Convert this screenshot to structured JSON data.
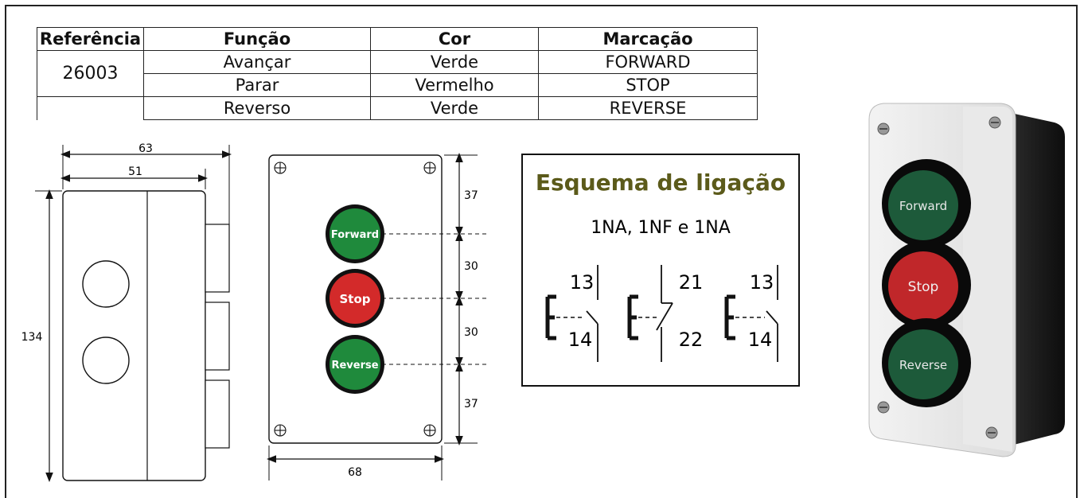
{
  "table": {
    "headers": [
      "Referência",
      "Função",
      "Cor",
      "Marcação"
    ],
    "reference": "26003",
    "rows": [
      {
        "funcao": "Avançar",
        "cor": "Verde",
        "marcacao": "FORWARD"
      },
      {
        "funcao": "Parar",
        "cor": "Vermelho",
        "marcacao": "STOP"
      },
      {
        "funcao": "Reverso",
        "cor": "Verde",
        "marcacao": "REVERSE"
      }
    ]
  },
  "side_view": {
    "dim_63": "63",
    "dim_51": "51",
    "dim_134": "134"
  },
  "front_view": {
    "buttons": [
      {
        "label": "Forward",
        "color": "#1f8a3c"
      },
      {
        "label": "Stop",
        "color": "#d32a2a"
      },
      {
        "label": "Reverse",
        "color": "#1f8a3c"
      }
    ],
    "dims": [
      "37",
      "30",
      "30",
      "37"
    ],
    "width": "68"
  },
  "wiring": {
    "title": "Esquema de ligação",
    "subtitle": "1NA, 1NF e 1NA",
    "contacts": [
      {
        "top": "13",
        "bottom": "14",
        "type": "NA"
      },
      {
        "top": "21",
        "bottom": "22",
        "type": "NF"
      },
      {
        "top": "13",
        "bottom": "14",
        "type": "NA"
      }
    ],
    "title_color": "#5b5a1a"
  },
  "photo": {
    "buttons": [
      {
        "label": "Forward",
        "color": "#1d5a3a"
      },
      {
        "label": "Stop",
        "color": "#c0272a"
      },
      {
        "label": "Reverse",
        "color": "#1d5a3a"
      }
    ]
  }
}
